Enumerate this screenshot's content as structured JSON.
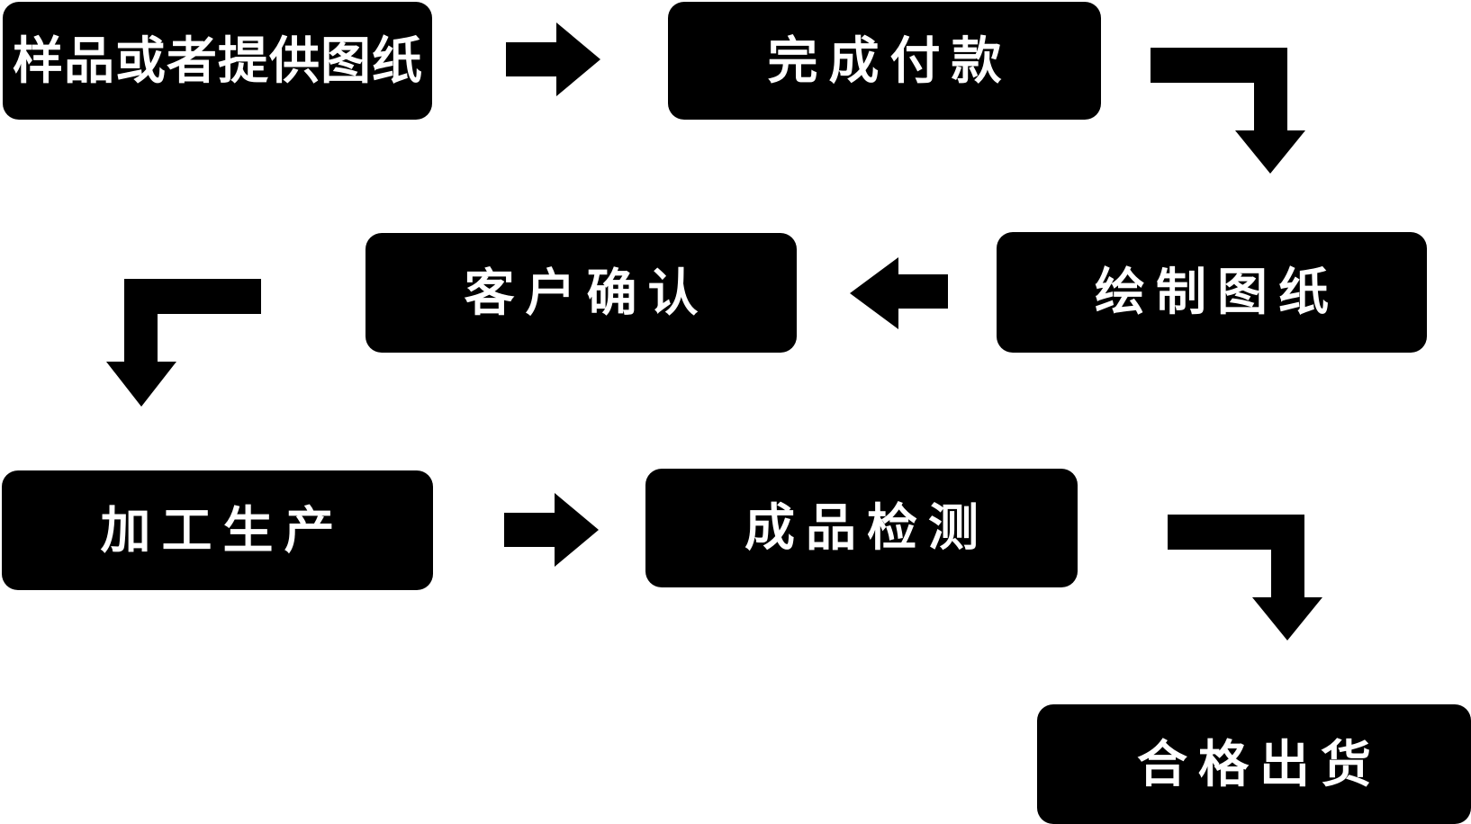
{
  "diagram": {
    "type": "flowchart",
    "colors": {
      "background": "#ffffff",
      "node_fill": "#000000",
      "node_text": "#ffffff",
      "arrow": "#000000"
    },
    "nodes": [
      {
        "label": "样品或者提供图纸"
      },
      {
        "label": "完成付款"
      },
      {
        "label": "客户确认"
      },
      {
        "label": "绘制图纸"
      },
      {
        "label": "加工生产"
      },
      {
        "label": "成品检测"
      },
      {
        "label": "合格出货"
      }
    ],
    "edges": [
      {
        "from": "样品或者提供图纸",
        "to": "完成付款",
        "arrow": "right"
      },
      {
        "from": "完成付款",
        "to": "绘制图纸",
        "arrow": "elbow-right-down"
      },
      {
        "from": "绘制图纸",
        "to": "客户确认",
        "arrow": "left"
      },
      {
        "from": "客户确认",
        "to": "加工生产",
        "arrow": "elbow-left-down"
      },
      {
        "from": "加工生产",
        "to": "成品检测",
        "arrow": "right"
      },
      {
        "from": "成品检测",
        "to": "合格出货",
        "arrow": "elbow-right-down"
      }
    ]
  }
}
